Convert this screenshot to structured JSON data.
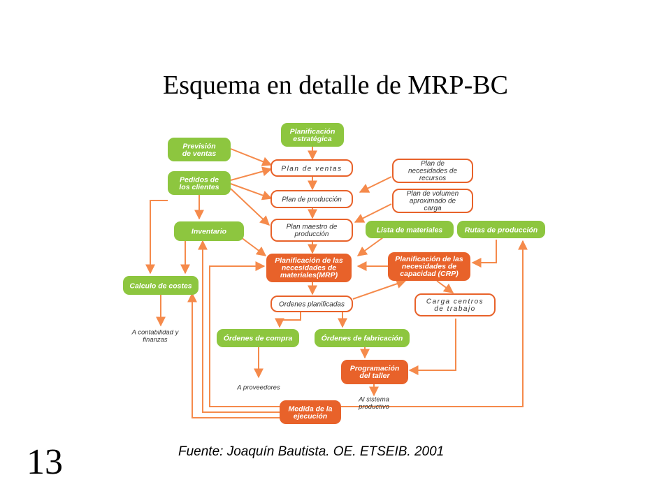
{
  "title": "Esquema en detalle de MRP-BC",
  "source": "Fuente: Joaquín Bautista. OE. ETSEIB. 2001",
  "slide_number": "13",
  "colors": {
    "green": "#8dc63f",
    "orange": "#e8622a",
    "arrow": "#f58a4b"
  },
  "nodes": {
    "planificacion_estrategica": [
      "Planificación",
      "estratégica"
    ],
    "prevision_ventas": [
      "Previsión",
      "de ventas"
    ],
    "plan_ventas": [
      "Plan de ventas"
    ],
    "pedidos_clientes": [
      "Pedidos de",
      "los clientes"
    ],
    "plan_necesidades_recursos": [
      "Plan de",
      "necesidades de",
      "recursos"
    ],
    "plan_produccion": [
      "Plan de producción"
    ],
    "plan_volumen": [
      "Plan de volumen",
      "aproximado de",
      "carga"
    ],
    "inventario": [
      "Inventario"
    ],
    "plan_maestro": [
      "Plan maestro de",
      "producción"
    ],
    "lista_materiales": [
      "Lista de materiales"
    ],
    "rutas_produccion": [
      "Rutas de producción"
    ],
    "mrp": [
      "Planificación de las",
      "necesidades de",
      "materiales(MRP)"
    ],
    "crp": [
      "Planificación de las",
      "necesidades de",
      "capacidad (CRP)"
    ],
    "calculo_costes": [
      "Calculo de costes"
    ],
    "ordenes_planificadas": [
      "Ordenes planificadas"
    ],
    "carga_centros": [
      "Carga centros",
      "de trabajo"
    ],
    "ordenes_compra": [
      "Órdenes de compra"
    ],
    "ordenes_fabricacion": [
      "Órdenes de fabricación"
    ],
    "programacion_taller": [
      "Programación",
      "del taller"
    ],
    "medida_ejecucion": [
      "Medida de la",
      "ejecución"
    ]
  },
  "outputs": {
    "contabilidad": [
      "A contabilidad y",
      "finanzas"
    ],
    "proveedores": [
      "A proveedores"
    ],
    "sistema_productivo": [
      "Al sistema",
      "productivo"
    ]
  }
}
